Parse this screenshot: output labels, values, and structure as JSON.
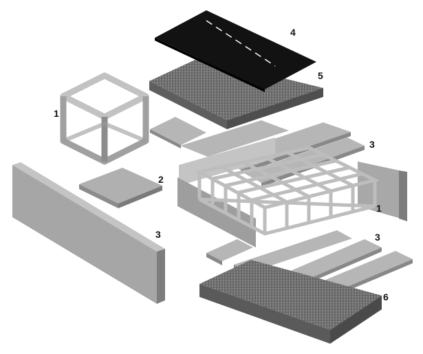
{
  "labels": {
    "cube_frame_top": "1",
    "square_plate": "2",
    "large_panel": "3",
    "black_plate": "4",
    "foam_plate_top": "5",
    "strips_top": "3",
    "grid_frame": "1",
    "strips_bottom": "3",
    "foam_plate_bottom": "6"
  },
  "colors": {
    "panel_top": "#b4b4b4",
    "panel_side": "#8a8a8a",
    "foam": "#6f6f6f",
    "black": "#121212"
  }
}
